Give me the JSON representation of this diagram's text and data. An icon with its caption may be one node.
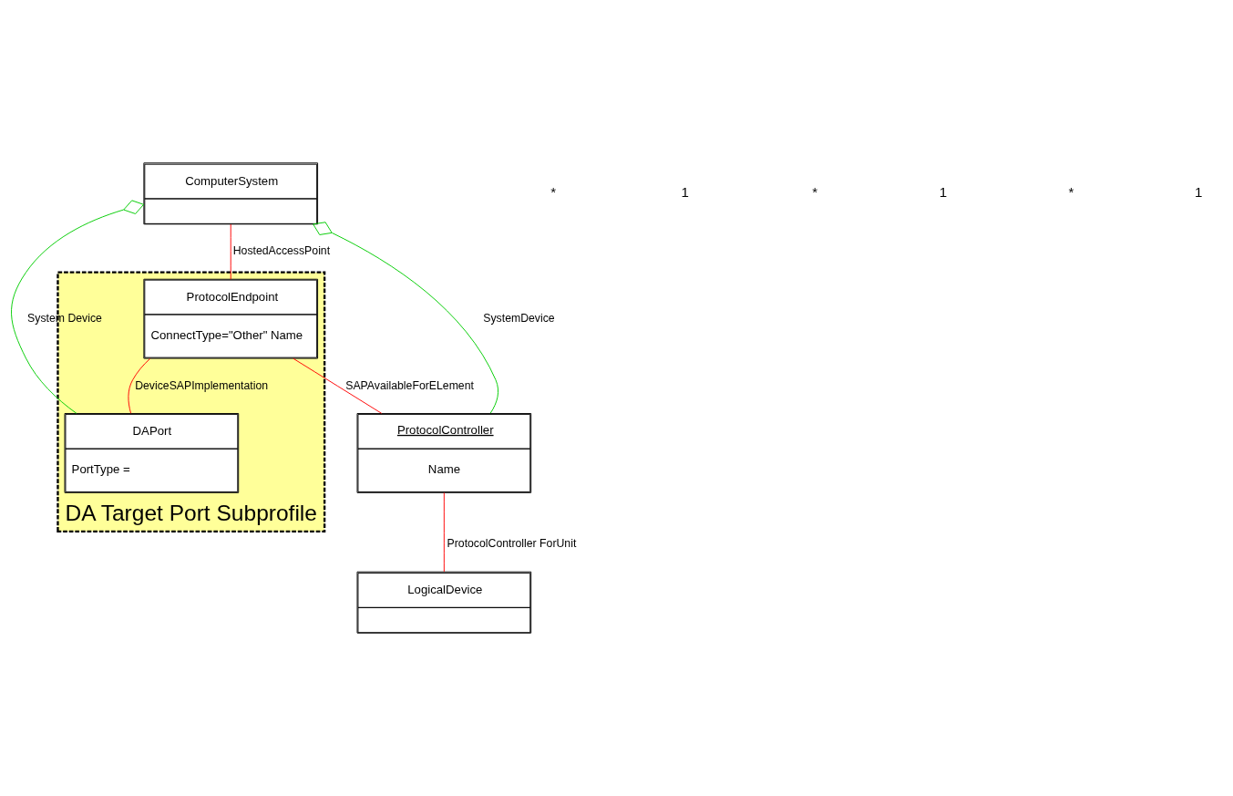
{
  "diagram": {
    "nodes": [
      {
        "text": [
          "DA Target Port Subprofile"
        ]
      },
      {
        "text": [
          "ComputerSystem"
        ]
      },
      {
        "text": [
          "ProtocolEndpoint",
          "ConnectType=\"Other\" Name"
        ],
        "in": 0
      },
      {
        "text": [
          "DAPort",
          "PortType ="
        ],
        "in": 0
      },
      {
        "text": [
          "ProtocolController",
          "Name"
        ]
      },
      {
        "text": [
          "LogicalDevice"
        ]
      }
    ],
    "edges": [
      {
        "from": 1,
        "to": 3,
        "arrow": "other",
        "label": "System Device",
        "color": "#00cc00"
      },
      {
        "from": 1,
        "to": 2,
        "arrow": "none",
        "label": "HostedAccessPoint",
        "color": "#ff0000"
      },
      {
        "from": 1,
        "to": 4,
        "arrow": "other",
        "label": "SystemDevice",
        "color": "#00cc00"
      },
      {
        "from": 2,
        "to": 4,
        "arrow": "none",
        "label": "SAPAvailableForELement",
        "color": "#ff0000"
      },
      {
        "from": 2,
        "to": 3,
        "arrow": "none",
        "label": "DeviceSAPImplementation",
        "color": "#ff0000"
      },
      {
        "from": 4,
        "to": 5,
        "arrow": "none",
        "label": "ProtocolController ForUnit",
        "color": "#ff0000"
      }
    ],
    "labels": [
      "*",
      "1",
      "1",
      "*",
      "1",
      "*"
    ]
  }
}
